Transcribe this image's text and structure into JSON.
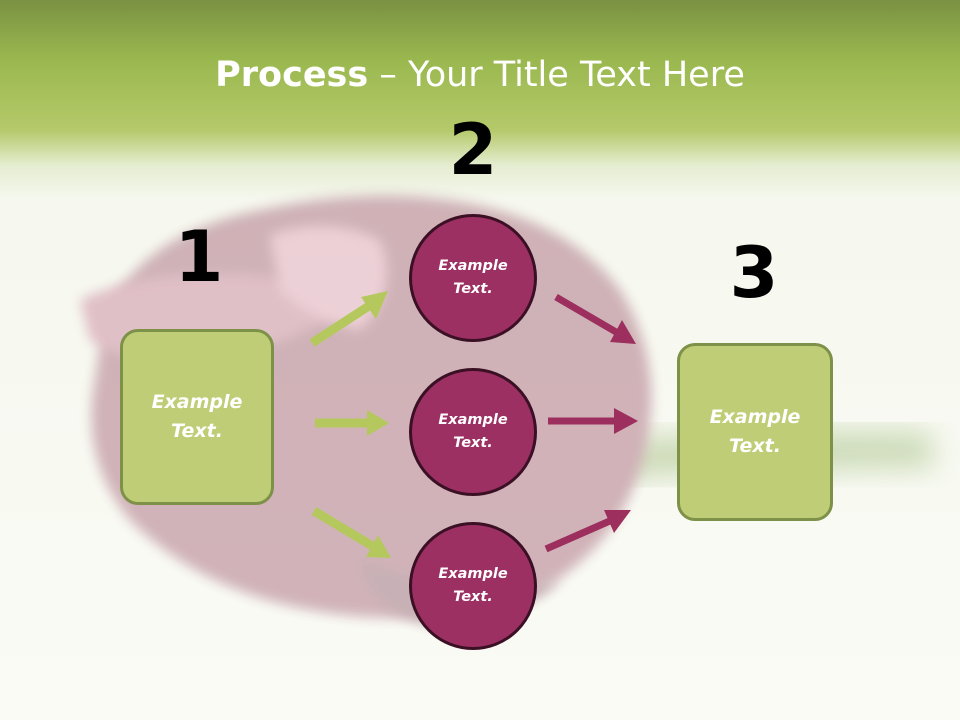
{
  "title": {
    "bold": "Process",
    "rest": " – Your Title Text Here"
  },
  "numbers": [
    "1",
    "2",
    "3"
  ],
  "stage1": {
    "text_line1": "Example",
    "text_line2": "Text."
  },
  "stage2": [
    {
      "text_line1": "Example",
      "text_line2": "Text."
    },
    {
      "text_line1": "Example",
      "text_line2": "Text."
    },
    {
      "text_line1": "Example",
      "text_line2": "Text."
    }
  ],
  "stage3": {
    "text_line1": "Example",
    "text_line2": "Text."
  },
  "colors": {
    "green_box": "#bfcd76",
    "green_arrow": "#b5c85e",
    "magenta_circle": "#9c3063",
    "magenta_arrow": "#9c2f5d"
  }
}
